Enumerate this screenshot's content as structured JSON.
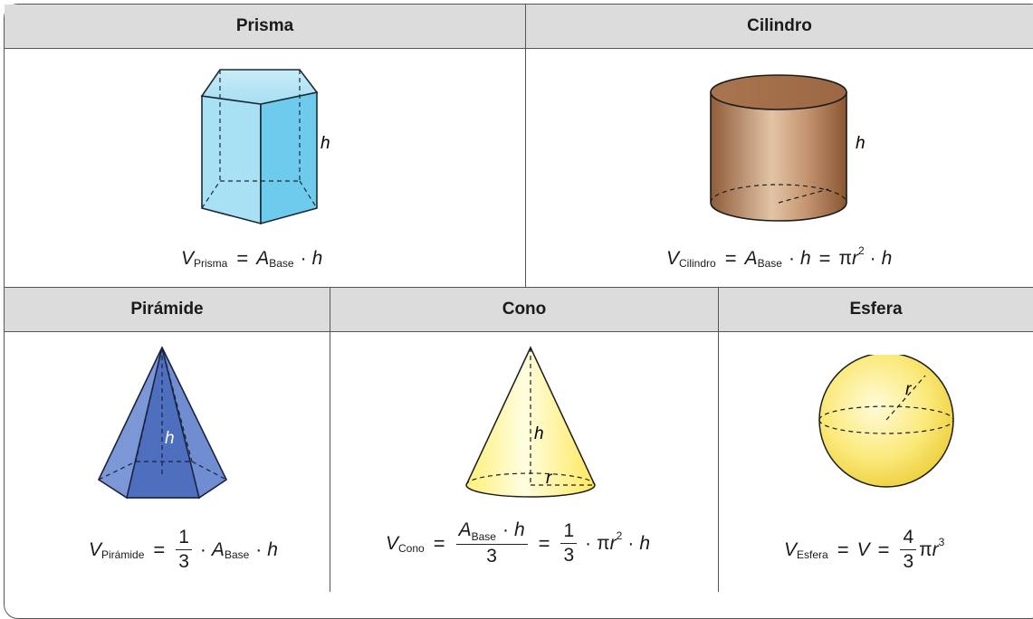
{
  "headers": {
    "prisma": "Prisma",
    "cilindro": "Cilindro",
    "piramide": "Pirámide",
    "cono": "Cono",
    "esfera": "Esfera"
  },
  "labels": {
    "h": "h",
    "r": "r"
  },
  "formulas": {
    "prisma": {
      "V": "V",
      "sub": "Prisma",
      "eq": "=",
      "A": "A",
      "base": "Base",
      "dot": "·",
      "h": "h"
    },
    "cilindro": {
      "V": "V",
      "sub": "Cilindro",
      "eq": "=",
      "A": "A",
      "base": "Base",
      "dot": "·",
      "h": "h",
      "eq2": "=",
      "pi": "π",
      "r": "r",
      "exp": "2",
      "dot2": "·",
      "h2": "h"
    },
    "piramide": {
      "V": "V",
      "sub": "Pirámide",
      "eq": "=",
      "num": "1",
      "den": "3",
      "dot": "·",
      "A": "A",
      "base": "Base",
      "dot2": "·",
      "h": "h"
    },
    "cono": {
      "V": "V",
      "sub": "Cono",
      "eq": "=",
      "numA": "A",
      "numBase": "Base",
      "numDot": "·",
      "numH": "h",
      "den": "3",
      "eq2": "=",
      "num2": "1",
      "den2": "3",
      "dot": "·",
      "pi": "π",
      "r": "r",
      "exp": "2",
      "dot2": "·",
      "h": "h"
    },
    "esfera": {
      "V": "V",
      "sub": "Esfera",
      "eq": "=",
      "V2": "V",
      "eq2": "=",
      "num": "4",
      "den": "3",
      "pi": "π",
      "r": "r",
      "exp": "3"
    }
  },
  "colors": {
    "prism_light": "#b3e4f5",
    "prism_mid": "#8ed4ef",
    "prism_dark": "#5cc3ea",
    "cylinder": "#b5825d",
    "pyramid": "#5a7fc8",
    "cone": "#fff3a0",
    "sphere": "#fbe97a",
    "header_bg": "#dcdcdc"
  }
}
